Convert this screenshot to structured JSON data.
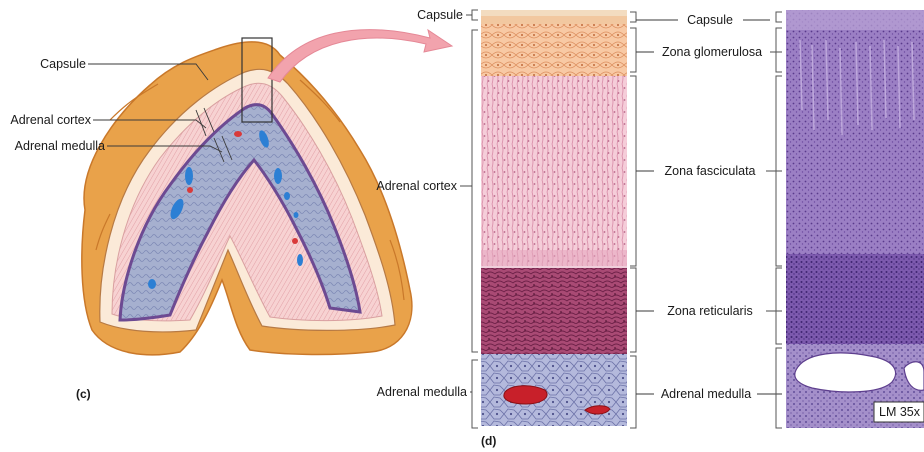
{
  "panel_c": {
    "panel_label": "(c)",
    "labels": {
      "capsule": "Capsule",
      "cortex": "Adrenal cortex",
      "medulla": "Adrenal medulla"
    }
  },
  "panel_d": {
    "panel_label": "(d)",
    "left_labels": {
      "capsule": "Capsule",
      "cortex": "Adrenal cortex",
      "medulla": "Adrenal medulla"
    },
    "zones": {
      "capsule": "Capsule",
      "glomerulosa": "Zona glomerulosa",
      "fasciculata": "Zona fasciculata",
      "reticularis": "Zona reticularis",
      "medulla": "Adrenal medulla"
    }
  },
  "micrograph": {
    "magnification": "LM 35x"
  },
  "colors": {
    "gland_fat": "#e9a24a",
    "cortex": "#f4c8c8",
    "medulla": "#9aa6c8",
    "fasciculata": "#f2c4d2",
    "reticularis": "#a2466e",
    "callout": "#f2a3ad",
    "histology_purple": "#7a5aa8"
  }
}
